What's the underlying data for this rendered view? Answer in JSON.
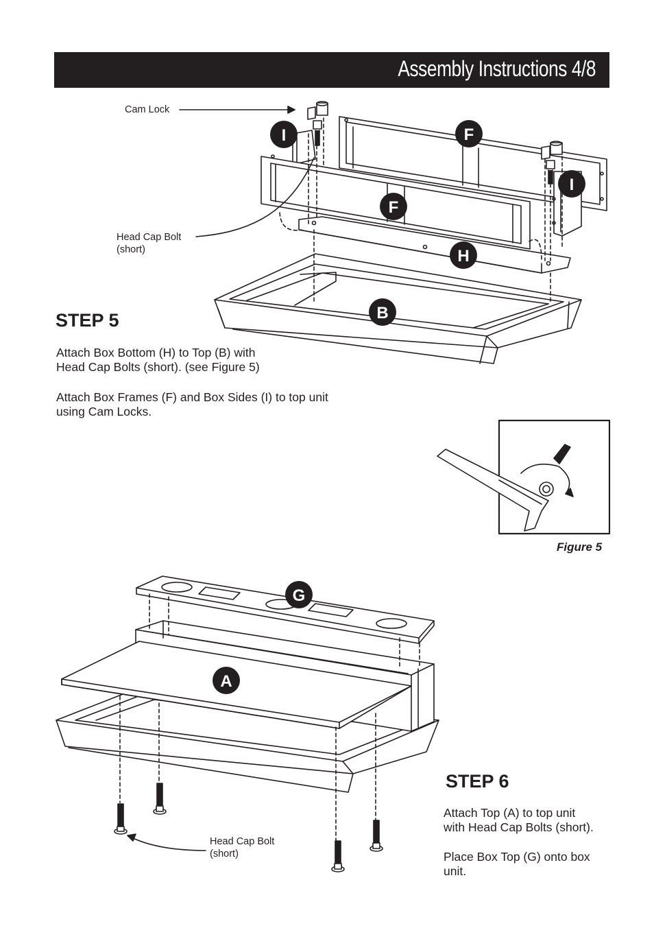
{
  "header": {
    "title": "Assembly Instructions 4/8"
  },
  "step5": {
    "title": "STEP 5",
    "paragraph1": [
      "Attach Box Bottom (H) to Top (B) with",
      "Head Cap Bolts (short). (see Figure 5)"
    ],
    "paragraph2": [
      "Attach Box Frames (F) and Box Sides (I) to top unit",
      "using Cam Locks."
    ]
  },
  "step6": {
    "title": "STEP 6",
    "paragraph1": [
      "Attach Top (A) to top unit",
      "with Head Cap Bolts (short)."
    ],
    "paragraph2": [
      "Place Box Top (G) onto box",
      "unit."
    ]
  },
  "callouts": {
    "cam_lock": "Cam Lock",
    "head_cap_bolt_top": [
      "Head Cap Bolt",
      "(short)"
    ],
    "head_cap_bolt_bottom": [
      "Head Cap Bolt",
      "(short)"
    ]
  },
  "figure5": {
    "caption": "Figure 5"
  },
  "part_labels": {
    "I_left": "I",
    "I_right": "I",
    "F_back": "F",
    "F_front": "F",
    "H": "H",
    "B": "B",
    "G": "G",
    "A": "A"
  },
  "colors": {
    "ink": "#231f20",
    "paper": "#ffffff"
  }
}
